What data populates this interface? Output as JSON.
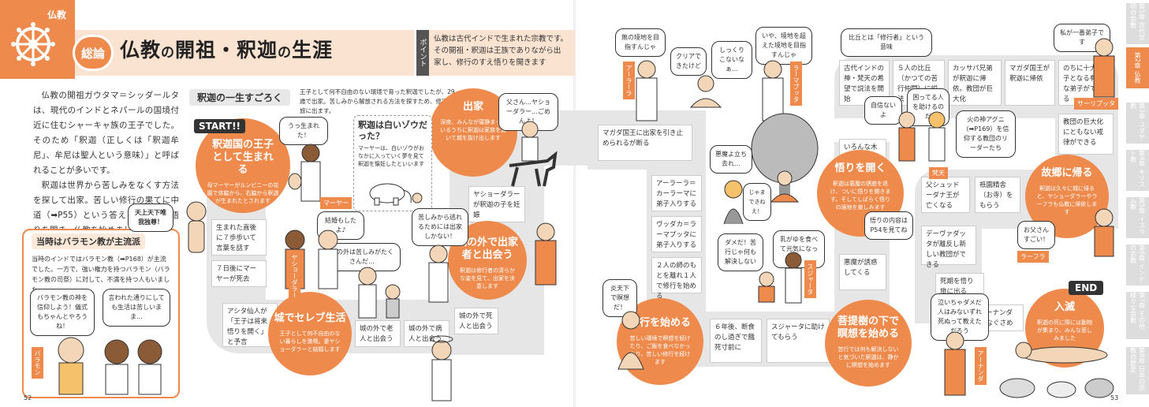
{
  "header": {
    "category": "仏教",
    "badge": "総論",
    "title_parts": [
      "仏教",
      "の",
      "開祖・",
      "釈迦",
      "の",
      "生涯"
    ],
    "point_tab": "ポイント",
    "point_lines": [
      "仏教は古代インドで生まれた宗教です。",
      "その開祖・釈迦は王族でありながら出",
      "家し、修行のすえ悟りを開きます"
    ]
  },
  "intro": {
    "p1": "仏教の開祖ガウタマ＝シッダールタは、現代のインドとネパールの国境付近に住むシャーキャ族の王子でした。そのため「釈迦（正しくは「釈迦牟尼」、牟尼は聖人という意味）」と呼ばれることが多いです。",
    "p2": "釈迦は世界から苦しみをなくす方法を探して出家。苦しい修行の果てに中道（➡P55）という答えを見つけて悟りを開き、仏教を始めました。"
  },
  "brahmin": {
    "title": "当時はバラモン教が主流派",
    "text": "当時のインドではバラモン教（➡P168）が主流でした。一方で、強い権力を持つバラモン（バラモン教の司祭）に対して、不満を持つ人もいました",
    "bubble_left": "バラモン教の神を信仰しよう！儀式もちゃんとやろうね！",
    "bubble_right": "言われた通りにしても生活は苦しいまま…",
    "label": "バラモン"
  },
  "board": {
    "title": "釈迦の一生すごろく",
    "desc": "王子として何不自由のない環境で育った釈迦でしたが、29歳で出家。苦しみから解放される方法を探すため、修行の旅に出ます。",
    "start": "START!!",
    "end": "END",
    "cells": {
      "c1": "生まれた直後に７歩歩いて言葉を話す",
      "c2": "７日後にマーヤーが死去",
      "c3": "アシタ仙人が「王子は将来悟りを開く」と予言",
      "c4": "城の外で老人と出会う",
      "c5": "城の外で病人と出会う",
      "c6": "城の外で死人と出会う",
      "c7": "ヤショーダラーが釈迦の子を妊娠",
      "c8": "マガダ国王に出家を引き止められるが断る",
      "c9": "アーラーラ＝カーラーマに弟子入りする",
      "c10": "ヴッダカ＝ラーマプッタに弟子入りする",
      "c11": "２人の師のもとを離れ１人で修行を始める",
      "c12": "６年後、断食のし過ぎで餓死寸前に",
      "c13": "スジャータに助けてもらう",
      "c14": "悪魔が誘惑してくる",
      "c15": "いろんな木の下で瞑想する",
      "c16": "古代インドの神・梵天の希望で説法を開始",
      "c17": "５人の比丘（かつての苦行仲間）に説法",
      "c18": "カッサパ兄弟が釈迦に帰依。教団が巨大化",
      "c19": "マガダ国王が釈迦に帰依",
      "c20": "のちに十大弟子となる有名な弟子ができる",
      "c21": "教団の巨大化にともない戒律ができる",
      "c22": "父シュッドーダナ王が亡くなる",
      "c23": "祇園精舎（お寺）をもらう",
      "c24": "デーヴァダッタが離反し新しい教団ができる",
      "c25": "死期を悟り旅に出る",
      "c26": "アーナンダをなぐさめる"
    },
    "circles": {
      "o1_title": "釈迦国の王子として生まれる",
      "o1_desc": "母マーヤーがルンビニーの花園で体脇から、右脇から釈迦が生まれたとされます",
      "o2_title": "城でセレブ生活",
      "o2_desc": "王子として何不自由のない暮らしを満喫。妻ヤショーダラーと結婚します",
      "o3_title": "出家",
      "o3_desc": "深夜、みんなが寝静まっているうちに釈迦は家族を置いて城を抜け出します",
      "o4_title": "城の外で出家者と出会う",
      "o4_desc": "釈迦は修行者の清らかな姿を見て、出家を決意します",
      "o5_title": "苦行を始める",
      "o5_desc": "苦しい環境で瞑想を続けたり、ご飯を食べなかったり、苦しい修行を続けます",
      "o6_title": "菩提樹の下で瞑想を始める",
      "o6_desc": "苦行では何も解決しないと気づいた釈迦は、静かに瞑想を始めます",
      "o7_title": "悟りを開く",
      "o7_desc": "釈迦は悪魔の誘惑を退け、ついに悟りを開きます。そしてしばらく悟りの境地を楽しみます",
      "o8_title": "故郷に帰る",
      "o8_desc": "釈迦は久々に城に帰ると、ヤショーダラーやラーフラも仏教に帰依します",
      "o9_title": "入滅",
      "o9_desc": "釈迦の死に際には動物が集まり、みんな悲しみました"
    },
    "bubbles": {
      "b1": "うっ生まれた！",
      "b2": "天上天下唯我独尊！",
      "b3_title": "釈迦は白いゾウだった？",
      "b3_text": "マーヤーは、白いゾウがおなかに入っていく夢を見て釈迦を懐妊したといいます",
      "b4": "結婚もしたよ♪",
      "b5": "城の外は苦しみがたくさんだ…",
      "b6": "苦しみから逃れるためには出家しかない！",
      "b7": "父さん…ヤショーダラー…ごめんよ！",
      "b8": "無の境地を目指すんじゃ",
      "b9": "クリアできたけど",
      "b10": "しっくりこないなぁ…",
      "b11": "いや、境地を超えた境地を目指すんじゃ",
      "b12": "悪魔よ立ち去れ…",
      "b13": "じゃまできねえ！",
      "b14": "乳がゆを食べて元気になって！",
      "b15": "ダメだ！苦行じゃ何も解決しない",
      "b16": "炎天下で瞑想だ！",
      "b17": "悟りの内容はP54を見てね",
      "b18": "比丘とは「修行者」という意味",
      "b19": "自信ないよ",
      "b20": "困ってる人を助けるのだ",
      "b21": "火の神アグニ（➡P169）を信仰する教団のリーダーたち",
      "b22": "私が一番弟子です",
      "b23": "お父さんすごい！",
      "b24": "泣いちゃダメだ人はみないずれ死ぬって教えただろう"
    },
    "names": {
      "maya": "マーヤー",
      "yashodhara": "ヤショーダラー",
      "alara": "アーラーラ",
      "uddaka": "ラーマプッタ",
      "sujata": "スジャータ",
      "bonten": "梵天",
      "sariputta": "サーリプッタ",
      "rahula": "ラーフラ",
      "ananda": "アーナンダ"
    }
  },
  "tabs": [
    {
      "label": "第1章 古代文明の宗教",
      "active": false
    },
    {
      "label": "第2章 仏教",
      "active": true
    },
    {
      "label": "第3章 ユダヤ教",
      "active": false
    },
    {
      "label": "第4章 キリスト教",
      "active": false
    },
    {
      "label": "第5章 イスラム教",
      "active": false
    },
    {
      "label": "第6章 インドの宗教",
      "active": false
    },
    {
      "label": "第7章 その他様々な宗教",
      "active": false
    },
    {
      "label": "第8章 日本の宗教の歴史",
      "active": false
    }
  ],
  "pages": {
    "left": "52",
    "right": "53"
  },
  "colors": {
    "accent": "#ee8a4c",
    "accent_light": "#fbe3d1",
    "track": "#e6e6e6"
  }
}
